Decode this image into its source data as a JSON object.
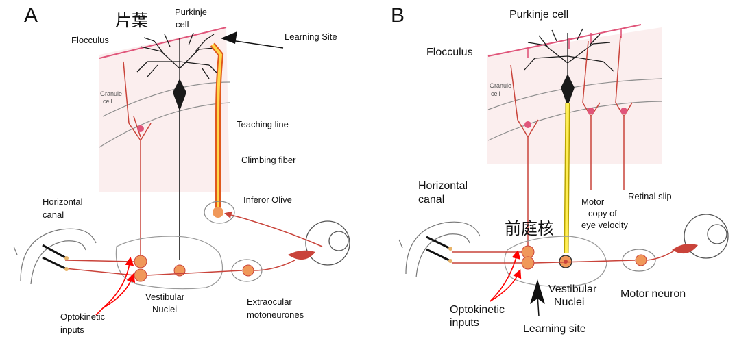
{
  "panels": [
    {
      "letter": "A",
      "kanji": "片葉",
      "labels": {
        "purkinje_line1": "Purkinje",
        "purkinje_line2": "cell",
        "flocculus": "Flocculus",
        "learning_site": "Learning Site",
        "granule_line1": "Granule",
        "granule_line2": "cell",
        "teaching_line": "Teaching line",
        "climbing_fiber": "Climbing fiber",
        "inferior_olive": "Inferor Olive",
        "horizontal_line1": "Horizontal",
        "horizontal_line2": "canal",
        "vestibular_line1": "Vestibular",
        "vestibular_line2": "Nuclei",
        "extraocular_line1": "Extraocular",
        "extraocular_line2": "motoneurones",
        "optokinetic_line1": "Optokinetic",
        "optokinetic_line2": "inputs"
      }
    },
    {
      "letter": "B",
      "kanji": "前庭核",
      "labels": {
        "purkinje": "Purkinje cell",
        "flocculus": "Flocculus",
        "granule_line1": "Granule",
        "granule_line2": "cell",
        "horizontal_line1": "Horizontal",
        "horizontal_line2": "canal",
        "motor_copy_line1": "Motor",
        "motor_copy_line2": "copy of",
        "motor_copy_line3": "eye velocity",
        "retinal_slip": "Retinal slip",
        "vestibular_line1": "Vestibular",
        "vestibular_line2": "Nuclei",
        "motor_neuron": "Motor neuron",
        "optokinetic_line1": "Optokinetic",
        "optokinetic_line2": "inputs",
        "learning_site": "Learning site"
      }
    }
  ],
  "colors": {
    "nerve": "#c9433a",
    "parallel_fiber": "#e0557a",
    "cerebellum_bg": "#fbeeee",
    "purkinje_body": "#1a1a1a",
    "teaching_fill": "#ffd84a",
    "teaching_edge": "#e0581d",
    "nucleus_fill": "#f0985a",
    "optokinetic_arrow": "#ff0000"
  }
}
